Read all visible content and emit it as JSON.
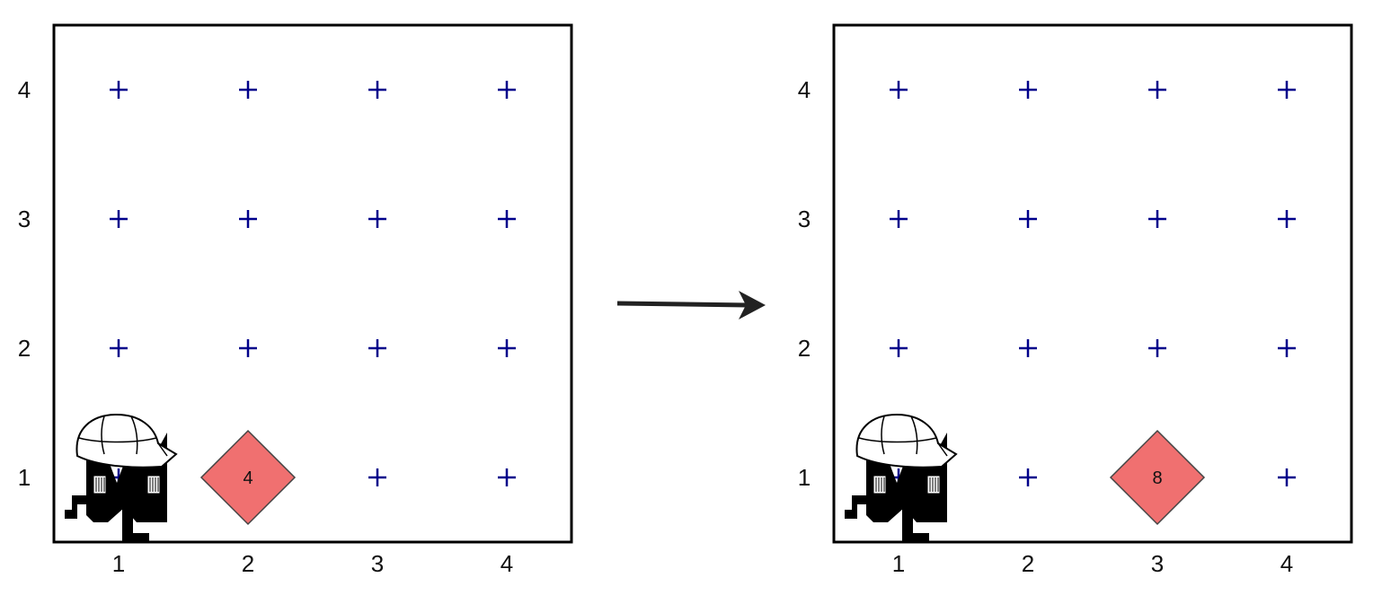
{
  "colors": {
    "background": "#ffffff",
    "frame": "#000000",
    "grid_marker": "#00008b",
    "beeper_fill": "#f07070",
    "beeper_stroke": "#444444",
    "arrow": "#222222",
    "robot_body": "#000000",
    "robot_hat": "#ffffff"
  },
  "icons": {
    "grid_marker": "plus-icon",
    "robot": "karel-robot-icon",
    "beeper": "diamond-beeper-icon",
    "transition": "arrow-right-icon"
  },
  "worlds": [
    {
      "id": "before",
      "x_ticks": [
        "1",
        "2",
        "3",
        "4"
      ],
      "y_ticks": [
        "1",
        "2",
        "3",
        "4"
      ],
      "robot": {
        "col": 1,
        "row": 1,
        "facing": "east"
      },
      "beeper": {
        "col": 2,
        "row": 1,
        "count": "4"
      }
    },
    {
      "id": "after",
      "x_ticks": [
        "1",
        "2",
        "3",
        "4"
      ],
      "y_ticks": [
        "1",
        "2",
        "3",
        "4"
      ],
      "robot": {
        "col": 1,
        "row": 1,
        "facing": "east"
      },
      "beeper": {
        "col": 3,
        "row": 1,
        "count": "8"
      }
    }
  ]
}
